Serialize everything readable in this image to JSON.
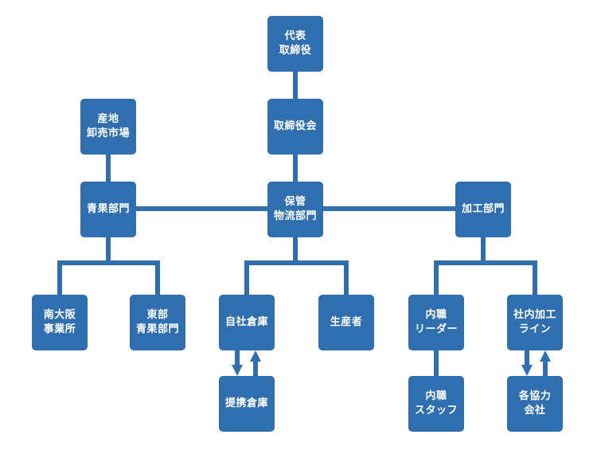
{
  "colors": {
    "node_fill": "#2f6fb0",
    "connector": "#2f6fb0",
    "label": "#ffffff",
    "background": "#ffffff"
  },
  "nodes": {
    "representative": "代表\n取締役",
    "board": "取締役会",
    "market": "産地\n卸売市場",
    "produce": "青果部門",
    "logistics": "保管\n物流部門",
    "processing": "加工部門",
    "minami_osaka": "南大阪\n事業所",
    "east_produce": "東部\n青果部門",
    "own_warehouse": "自社倉庫",
    "producer": "生産者",
    "inhouse_leader": "内職\nリーダー",
    "inhouse_line": "社内加工\nライン",
    "partner_warehouse": "提携倉庫",
    "inhouse_staff": "内職\nスタッフ",
    "partner_companies": "各協力\n会社"
  }
}
